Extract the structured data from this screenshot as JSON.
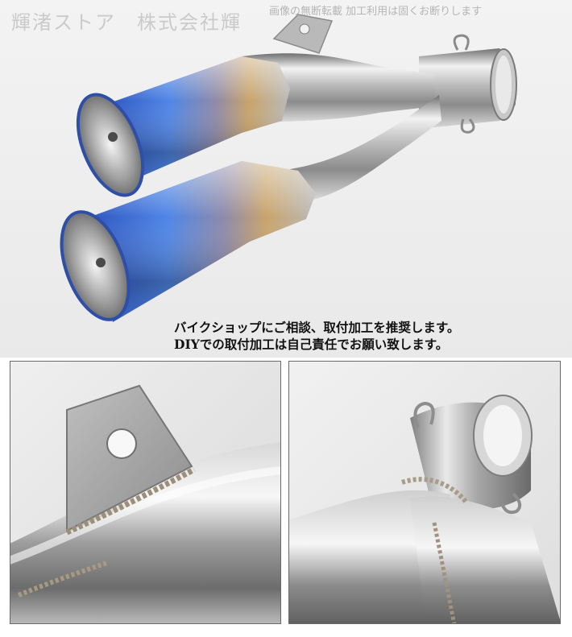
{
  "watermark": {
    "shop": "輝渚ストア　株式会社輝",
    "notice": "画像の無断転載 加工利用は固くお断りします"
  },
  "caption": {
    "line1": "バイクショップにご相談、取付加工を推奨します。",
    "line2": "DIYでの取付加工は自己責任でお願い致します。"
  },
  "photo": {
    "subject": "dual exhaust muffler",
    "tip_color": "#3f6fd6",
    "heat_color": "#c9a46a"
  }
}
